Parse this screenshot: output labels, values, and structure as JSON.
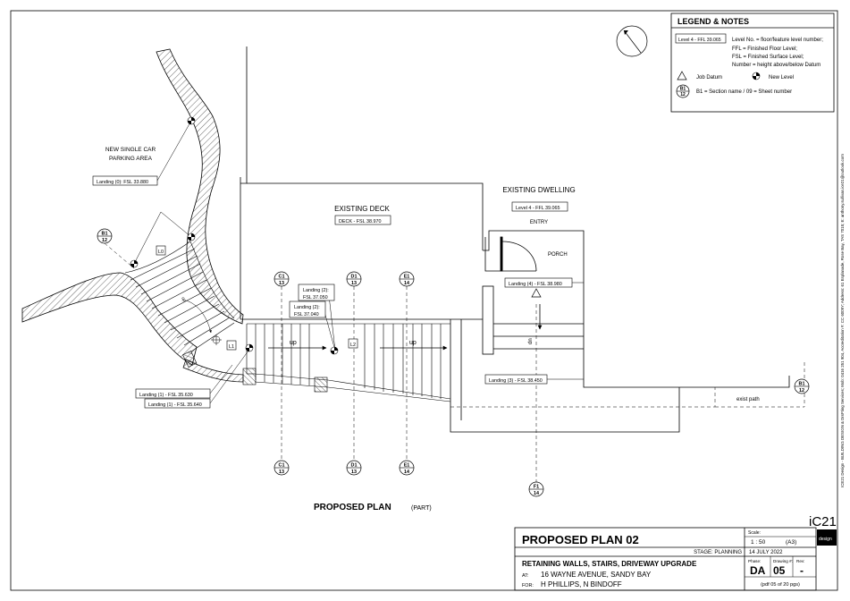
{
  "legend": {
    "title": "LEGEND & NOTES",
    "sample_tag": "Level 4 - FFL 39.065",
    "notes": [
      "Level No. = floor/feature level number;",
      "FFL = Finished Floor Level;",
      "FSL = Finished Surface Level;",
      "Number = height above/below Datum"
    ],
    "job_datum": "Job Datum",
    "new_level": "New Level",
    "section_sample": {
      "top": "B1",
      "bottom": "12"
    },
    "section_note": "B1 = Section name / 09 = Sheet number"
  },
  "labels": {
    "parking": [
      "NEW SINGLE CAR",
      "PARKING AREA"
    ],
    "deck": "EXISTING DECK",
    "dwelling": "EXISTING DWELLING",
    "entry": "ENTRY",
    "porch": "PORCH",
    "up": "up",
    "dn": "dn",
    "exist_path": "exist path",
    "title_main": "PROPOSED PLAN",
    "title_sub": "(PART)"
  },
  "level_tags": {
    "landing0": "Landing (0):  FSL  33.880",
    "deck": "DECK -  FSL  38.970",
    "dwelling": "Level 4 - FFL  39.065",
    "landing2a": [
      "Landing (2):",
      "FSL  37.050"
    ],
    "landing2b": [
      "Landing (2):",
      "FSL  37.040"
    ],
    "landing4": "Landing (4) - FSL  38.980",
    "landing3": "Landing (3) - FSL  38.450",
    "landing1a": "Landing (1) - FSL  35.630",
    "landing1b": "Landing (1) - FSL  35.640"
  },
  "landing_ids": {
    "l0": "L0",
    "l1": "L1",
    "l2": "L2"
  },
  "sections": {
    "b1": {
      "top": "B1",
      "bottom": "12"
    },
    "c1": {
      "top": "C1",
      "bottom": "13"
    },
    "d1": {
      "top": "D1",
      "bottom": "13"
    },
    "e1": {
      "top": "E1",
      "bottom": "14"
    },
    "f1": {
      "top": "F1",
      "bottom": "14"
    }
  },
  "side_text": "ICE21 Design - BUILDING DESIGN & DrsFting Services; Mob: 0416 251 904, Accreditation #: CC 6009Y; Address: 61 Esplanade, Rose Bay, TAS 7015; E: anthony.sullivan.ice21@outlook.com",
  "logo": {
    "main": "iC21",
    "sub": "design"
  },
  "title_block": {
    "sheet_title": "PROPOSED PLAN 02",
    "scale_label": "Scale:",
    "scale": "1 : 50",
    "paper": "(A3)",
    "stage": "STAGE:  PLANNING",
    "date": "14 JULY 2022",
    "project": "RETAINING WALLS, STAIRS, DRIVEWAY UPGRADE",
    "at_label": "AT:",
    "address": "16 WAYNE AVENUE, SANDY BAY",
    "for_label": "FOR:",
    "client": "H PHILLIPS, N BINDOFF",
    "phase_label": "Phase:",
    "drawing_label": "Drawing #:",
    "rev_label": "Rev:",
    "phase": "DA",
    "drawing": "05",
    "rev": "-",
    "pdf_note": "(pdf 05 of 20 pgs)"
  }
}
